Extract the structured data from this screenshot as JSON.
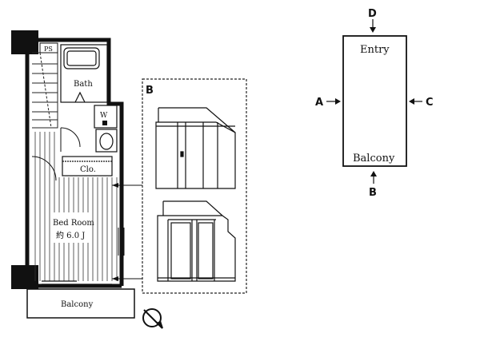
{
  "floorplan": {
    "ps_label": "PS",
    "bath_label": "Bath",
    "w_label": "W",
    "closet_label": "Clo.",
    "bedroom_label": "Bed Room",
    "bedroom_size": "約 6.0 J",
    "balcony_label": "Balcony"
  },
  "detail_view": {
    "label": "B"
  },
  "orientation_diagram": {
    "entry_label": "Entry",
    "balcony_label": "Balcony",
    "side_labels": {
      "top": "D",
      "left": "A",
      "right": "C",
      "bottom": "B"
    }
  },
  "icons": [
    "north-compass-icon",
    "arrow-down-icon",
    "arrow-up-icon",
    "arrow-right-icon",
    "arrow-left-icon"
  ]
}
